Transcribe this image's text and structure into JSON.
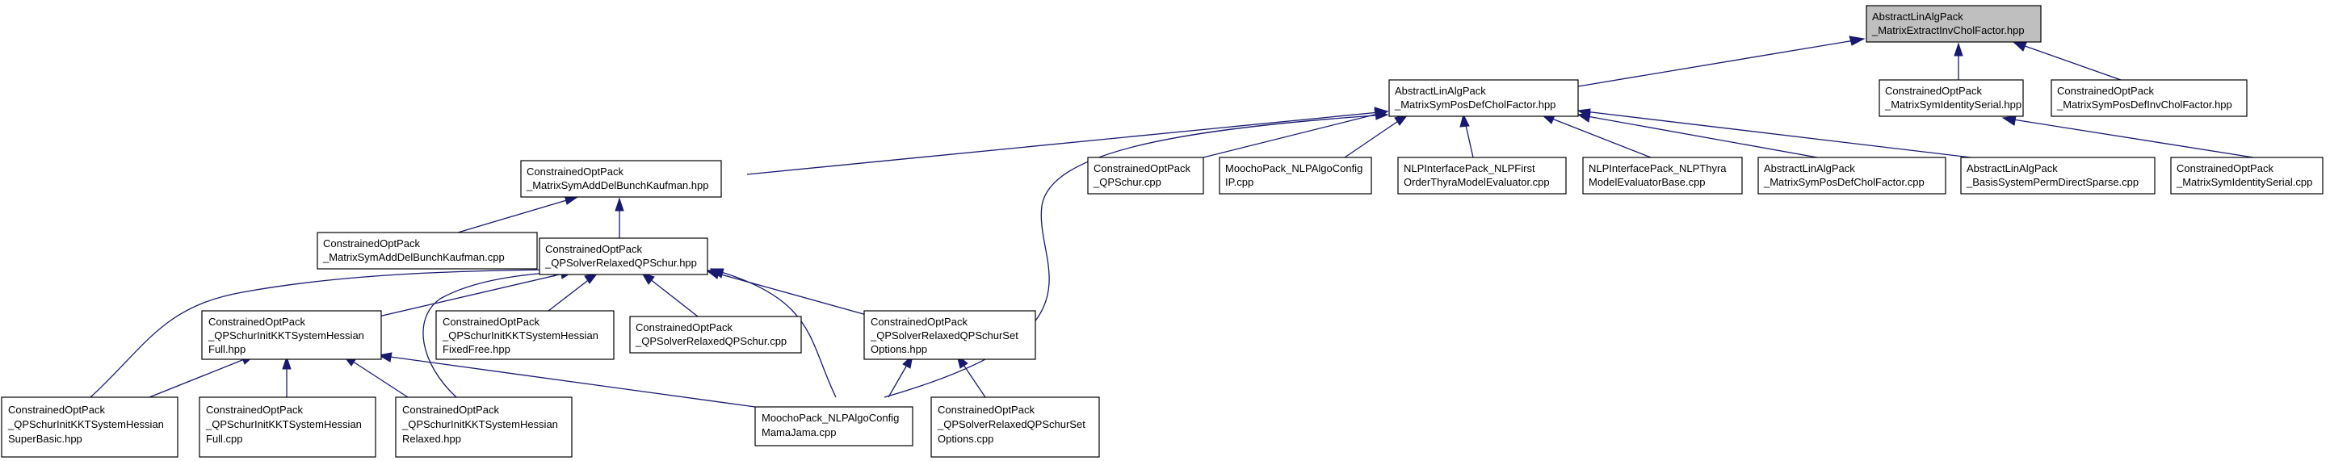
{
  "nodes": [
    {
      "id": "n_root",
      "lines": [
        "AbstractLinAlgPack",
        "_MatrixExtractInvCholFactor.hpp"
      ],
      "highlight": true
    },
    {
      "id": "n_symposdef_hpp",
      "lines": [
        "AbstractLinAlgPack",
        "_MatrixSymPosDefCholFactor.hpp"
      ]
    },
    {
      "id": "n_symident_hpp",
      "lines": [
        "ConstrainedOptPack",
        "_MatrixSymIdentitySerial.hpp"
      ]
    },
    {
      "id": "n_symposdefinv_hpp",
      "lines": [
        "ConstrainedOptPack",
        "_MatrixSymPosDefInvCholFactor.hpp"
      ]
    },
    {
      "id": "n_bunch_hpp",
      "lines": [
        "ConstrainedOptPack",
        "_MatrixSymAddDelBunchKaufman.hpp"
      ]
    },
    {
      "id": "n_qpschur_cpp",
      "lines": [
        "ConstrainedOptPack",
        "_QPSchur.cpp"
      ]
    },
    {
      "id": "n_nlpalgoconfig_ip",
      "lines": [
        "MoochoPack_NLPAlgoConfig",
        "IP.cpp"
      ]
    },
    {
      "id": "n_nlpfirst",
      "lines": [
        "NLPInterfacePack_NLPFirst",
        "OrderThyraModelEvaluator.cpp"
      ]
    },
    {
      "id": "n_nlpthyra",
      "lines": [
        "NLPInterfacePack_NLPThyra",
        "ModelEvaluatorBase.cpp"
      ]
    },
    {
      "id": "n_symposdef_cpp",
      "lines": [
        "AbstractLinAlgPack",
        "_MatrixSymPosDefCholFactor.cpp"
      ]
    },
    {
      "id": "n_basisperm",
      "lines": [
        "AbstractLinAlgPack",
        "_BasisSystemPermDirectSparse.cpp"
      ]
    },
    {
      "id": "n_symident_cpp",
      "lines": [
        "ConstrainedOptPack",
        "_MatrixSymIdentitySerial.cpp"
      ]
    },
    {
      "id": "n_bunch_cpp",
      "lines": [
        "ConstrainedOptPack",
        "_MatrixSymAddDelBunchKaufman.cpp"
      ]
    },
    {
      "id": "n_relaxed_hpp",
      "lines": [
        "ConstrainedOptPack",
        "_QPSolverRelaxedQPSchur.hpp"
      ]
    },
    {
      "id": "n_initfull_hpp",
      "lines": [
        "ConstrainedOptPack",
        "_QPSchurInitKKTSystemHessian",
        "Full.hpp"
      ]
    },
    {
      "id": "n_fixedfree_hpp",
      "lines": [
        "ConstrainedOptPack",
        "_QPSchurInitKKTSystemHessian",
        "FixedFree.hpp"
      ]
    },
    {
      "id": "n_relaxed_cpp",
      "lines": [
        "ConstrainedOptPack",
        "_QPSolverRelaxedQPSchur.cpp"
      ]
    },
    {
      "id": "n_setopt_hpp",
      "lines": [
        "ConstrainedOptPack",
        "_QPSolverRelaxedQPSchurSet",
        "Options.hpp"
      ]
    },
    {
      "id": "n_superbasic_hpp",
      "lines": [
        "ConstrainedOptPack",
        "_QPSchurInitKKTSystemHessian",
        "SuperBasic.hpp"
      ]
    },
    {
      "id": "n_initfull_cpp",
      "lines": [
        "ConstrainedOptPack",
        "_QPSchurInitKKTSystemHessian",
        "Full.cpp"
      ]
    },
    {
      "id": "n_initrelaxed_hpp",
      "lines": [
        "ConstrainedOptPack",
        "_QPSchurInitKKTSystemHessian",
        "Relaxed.hpp"
      ]
    },
    {
      "id": "n_mamajama",
      "lines": [
        "MoochoPack_NLPAlgoConfig",
        "MamaJama.cpp"
      ]
    },
    {
      "id": "n_setopt_cpp",
      "lines": [
        "ConstrainedOptPack",
        "_QPSolverRelaxedQPSchurSet",
        "Options.cpp"
      ]
    }
  ]
}
